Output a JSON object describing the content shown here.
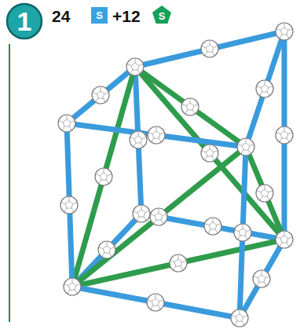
{
  "diagram": {
    "nodes": [
      {
        "text": [
          "1"
        ]
      },
      {
        "text": [
          "S"
        ]
      },
      {
        "text": [
          "S"
        ]
      }
    ],
    "labels": [
      "24",
      "+12"
    ]
  }
}
